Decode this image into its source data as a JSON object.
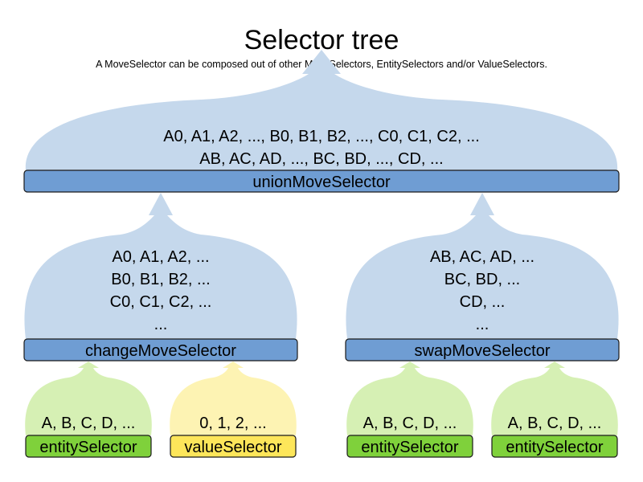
{
  "title": "Selector tree",
  "subtitle": "A MoveSelector can be composed out of other MoveSelectors, EntitySelectors and/or ValueSelectors.",
  "colors": {
    "blue_fill": "#c5d8ec",
    "blue_box": "#6f9dd3",
    "green_fill": "#d6f0b4",
    "green_box": "#7fd13b",
    "yellow_fill": "#fdf3b3",
    "yellow_box": "#fde65a",
    "outline": "#1a1a1a"
  },
  "union": {
    "label": "unionMoveSelector",
    "lines": [
      "A0, A1, A2, ..., B0, B1, B2, ..., C0, C1, C2, ...",
      "AB, AC, AD, ..., BC, BD, ..., CD, ..."
    ]
  },
  "change": {
    "label": "changeMoveSelector",
    "lines": [
      "A0, A1, A2, ...",
      "B0, B1, B2, ...",
      "C0, C1, C2, ...",
      "..."
    ]
  },
  "swap": {
    "label": "swapMoveSelector",
    "lines": [
      "AB, AC, AD, ...",
      "BC, BD, ...",
      "CD, ...",
      "..."
    ]
  },
  "leaves": [
    {
      "label": "entitySelector",
      "text": "A, B, C, D, ...",
      "kind": "entity"
    },
    {
      "label": "valueSelector",
      "text": "0, 1, 2, ...",
      "kind": "value"
    },
    {
      "label": "entitySelector",
      "text": "A, B, C, D, ...",
      "kind": "entity"
    },
    {
      "label": "entitySelector",
      "text": "A, B, C, D, ...",
      "kind": "entity"
    }
  ]
}
